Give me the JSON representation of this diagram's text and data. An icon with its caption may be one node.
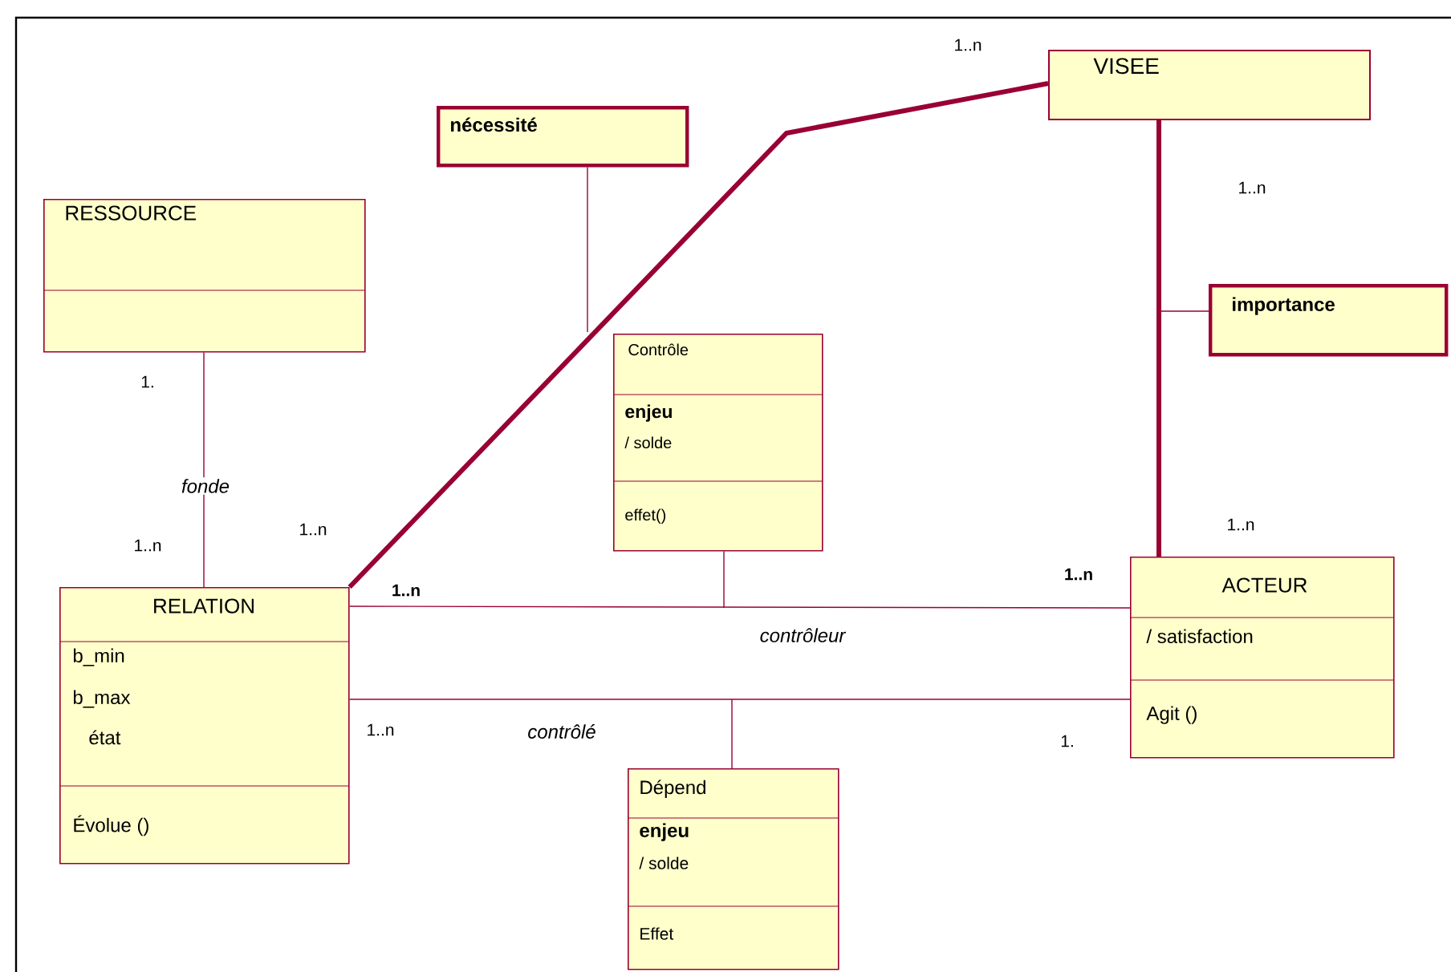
{
  "diagram": {
    "nodes": [
      {
        "text": [
          "RESSOURCE"
        ]
      },
      {
        "text": [
          "nécessité"
        ]
      },
      {
        "text": [
          "VISEE"
        ]
      },
      {
        "text": [
          "importance"
        ]
      },
      {
        "text": [
          "Contrôle",
          "enjeu",
          "/ solde",
          "effet()"
        ]
      },
      {
        "text": [
          "RELATION",
          "b_min",
          "b_max",
          "état",
          "Évolue ()"
        ]
      },
      {
        "text": [
          "ACTEUR",
          "/ satisfaction",
          "Agit ()"
        ]
      },
      {
        "text": [
          "Dépend",
          "enjeu",
          "/ solde",
          "Effet"
        ]
      }
    ],
    "edges": [
      {
        "from": 0,
        "to": 5,
        "arrow": "none",
        "label": "fonde"
      },
      {
        "from": 5,
        "to": 2,
        "arrow": "none",
        "style": "thick"
      },
      {
        "from": 1,
        "to": null,
        "arrow": "none"
      },
      {
        "from": 2,
        "to": 6,
        "arrow": "none",
        "style": "thick"
      },
      {
        "from": 3,
        "to": null,
        "arrow": "none"
      },
      {
        "from": 5,
        "to": 6,
        "arrow": "none",
        "label": "contrôleur"
      },
      {
        "from": 4,
        "to": null,
        "arrow": "none"
      },
      {
        "from": 5,
        "to": 6,
        "arrow": "none",
        "label": "contrôlé"
      },
      {
        "from": 7,
        "to": null,
        "arrow": "none"
      }
    ],
    "labels": [
      "1..n",
      "1..n",
      "1.",
      "1..n",
      "1..n",
      "1..n",
      "1..n",
      "1..n",
      "1..n",
      "1."
    ]
  }
}
